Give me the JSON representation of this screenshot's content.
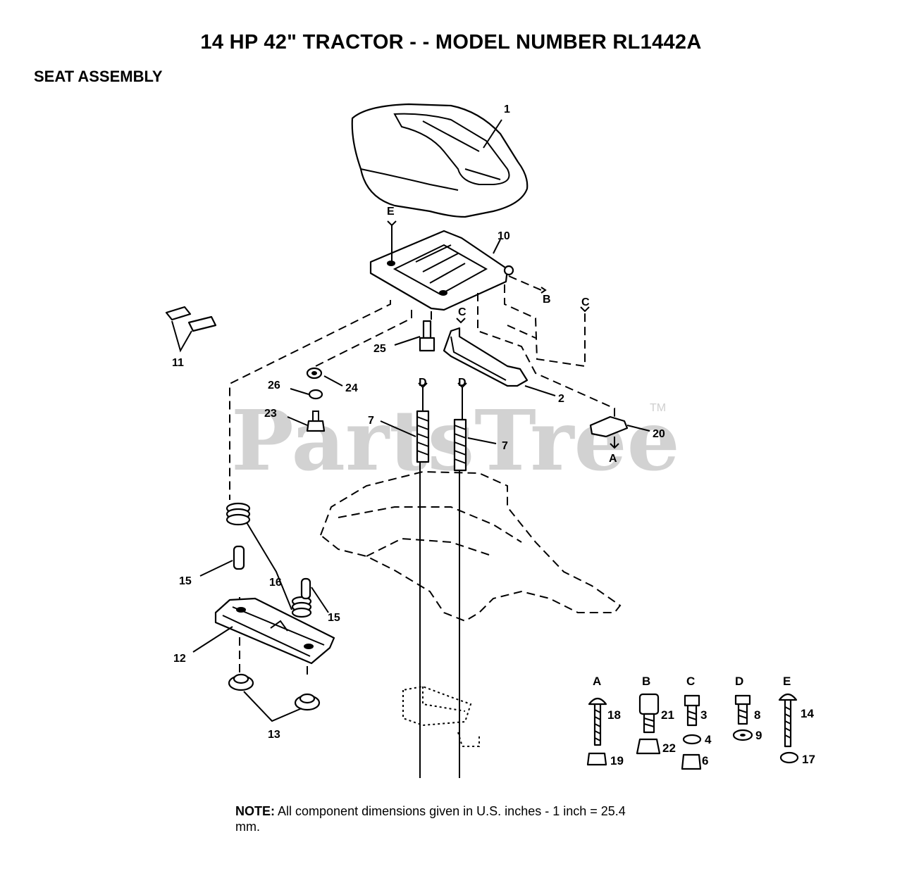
{
  "title": "14 HP 42\" TRACTOR - - MODEL NUMBER RL1442A",
  "subtitle": "SEAT ASSEMBLY",
  "watermark": {
    "text": "PartsTree",
    "trademark": "TM"
  },
  "note": {
    "label": "NOTE:",
    "text": "All component dimensions given in U.S. inches - 1 inch = 25.4 mm."
  },
  "callouts": {
    "c1": "1",
    "c2": "2",
    "c7a": "7",
    "c7b": "7",
    "c10": "10",
    "c11": "11",
    "c12": "12",
    "c13": "13",
    "c15a": "15",
    "c15b": "15",
    "c16": "16",
    "c20": "20",
    "c23": "23",
    "c24": "24",
    "c25": "25",
    "c26": "26"
  },
  "refs": {
    "e_top": "E",
    "b_ref": "B",
    "c_ref1": "C",
    "c_ref2": "C",
    "d_ref1": "D",
    "d_ref2": "D",
    "a_ref": "A"
  },
  "hardware_key": {
    "A": {
      "letter": "A",
      "parts": [
        "18",
        "19"
      ]
    },
    "B": {
      "letter": "B",
      "parts": [
        "21",
        "22"
      ]
    },
    "C": {
      "letter": "C",
      "parts": [
        "3",
        "4",
        "6"
      ]
    },
    "D": {
      "letter": "D",
      "parts": [
        "8",
        "9"
      ]
    },
    "E": {
      "letter": "E",
      "parts": [
        "14",
        "17"
      ]
    }
  }
}
